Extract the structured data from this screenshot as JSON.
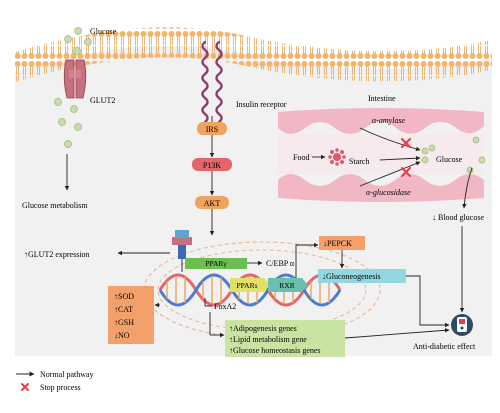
{
  "membrane": {
    "glucose": "Glucose",
    "glut2": "GLUT2",
    "glucose_metabolism": "Glucose metabolism",
    "insulin_receptor": "Insulin receptor"
  },
  "pathway": {
    "irs": "IRS",
    "p13k": "P13K",
    "akt": "AKT"
  },
  "intestine": {
    "title": "Intestine",
    "alpha_amylase": "α-amylase",
    "food": "Food",
    "starch": "Starch",
    "glucose": "Glucose",
    "alpha_glucosidase": "α-glucosidase",
    "blood_glucose": "↓ Blood glucose",
    "anti_diabetic": "Anti-diabetic effect"
  },
  "nucleus": {
    "glut2_expression": "↑GLUT2 expression",
    "ppar_gamma": "PPARγ",
    "cebp": "C/EBP α",
    "ppars": "PPARs",
    "rxr": "RXR",
    "foxa2": "FoxA2",
    "pepck": "↓PEPCK",
    "gluconeogenesis": "↓Gluconeogenesis",
    "antioxidants": [
      "↑SOD",
      "↑CAT",
      "↑GSH",
      "↓NO"
    ],
    "genes": [
      "↑Adipogenesis genes",
      "↑Lipid metabolism gene",
      "↑Glucose homeostasis genes"
    ]
  },
  "legend": {
    "normal": "Normal pathway",
    "stop": "Stop process"
  },
  "colors": {
    "background": "#f1f1f1",
    "membrane": "#f4b46e",
    "receptor": "#8e3a6a",
    "glut2": "#c7707f",
    "pathway_red": "#e2656a",
    "pathway_orange": "#f0a35c",
    "glucose_dot": "#c8dcab",
    "intestine": "#f2b7c5",
    "pepck_box": "#f4a06a",
    "gluco_box": "#93d7e0",
    "genes_box": "#c9e3a2",
    "ppar_green": "#6bbf4e",
    "stop_red": "#e0404a"
  }
}
